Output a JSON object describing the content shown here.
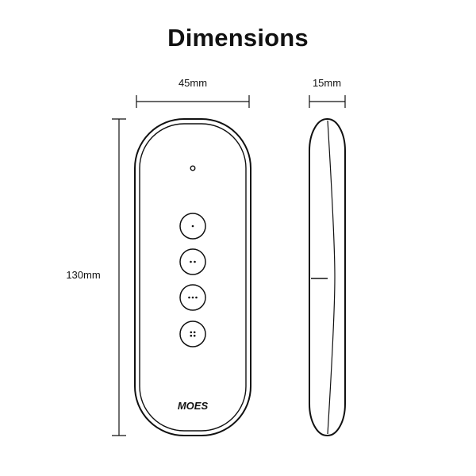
{
  "title": "Dimensions",
  "dimensions": {
    "width_label": "45mm",
    "depth_label": "15mm",
    "height_label": "130mm"
  },
  "remote": {
    "brand": "MOES",
    "buttons": [
      {
        "name": "button-1",
        "dots": 1
      },
      {
        "name": "button-2",
        "dots": 2
      },
      {
        "name": "button-3",
        "dots": 3
      },
      {
        "name": "button-4",
        "dots": 4
      }
    ]
  },
  "colors": {
    "line": "#111111",
    "background": "#ffffff"
  }
}
